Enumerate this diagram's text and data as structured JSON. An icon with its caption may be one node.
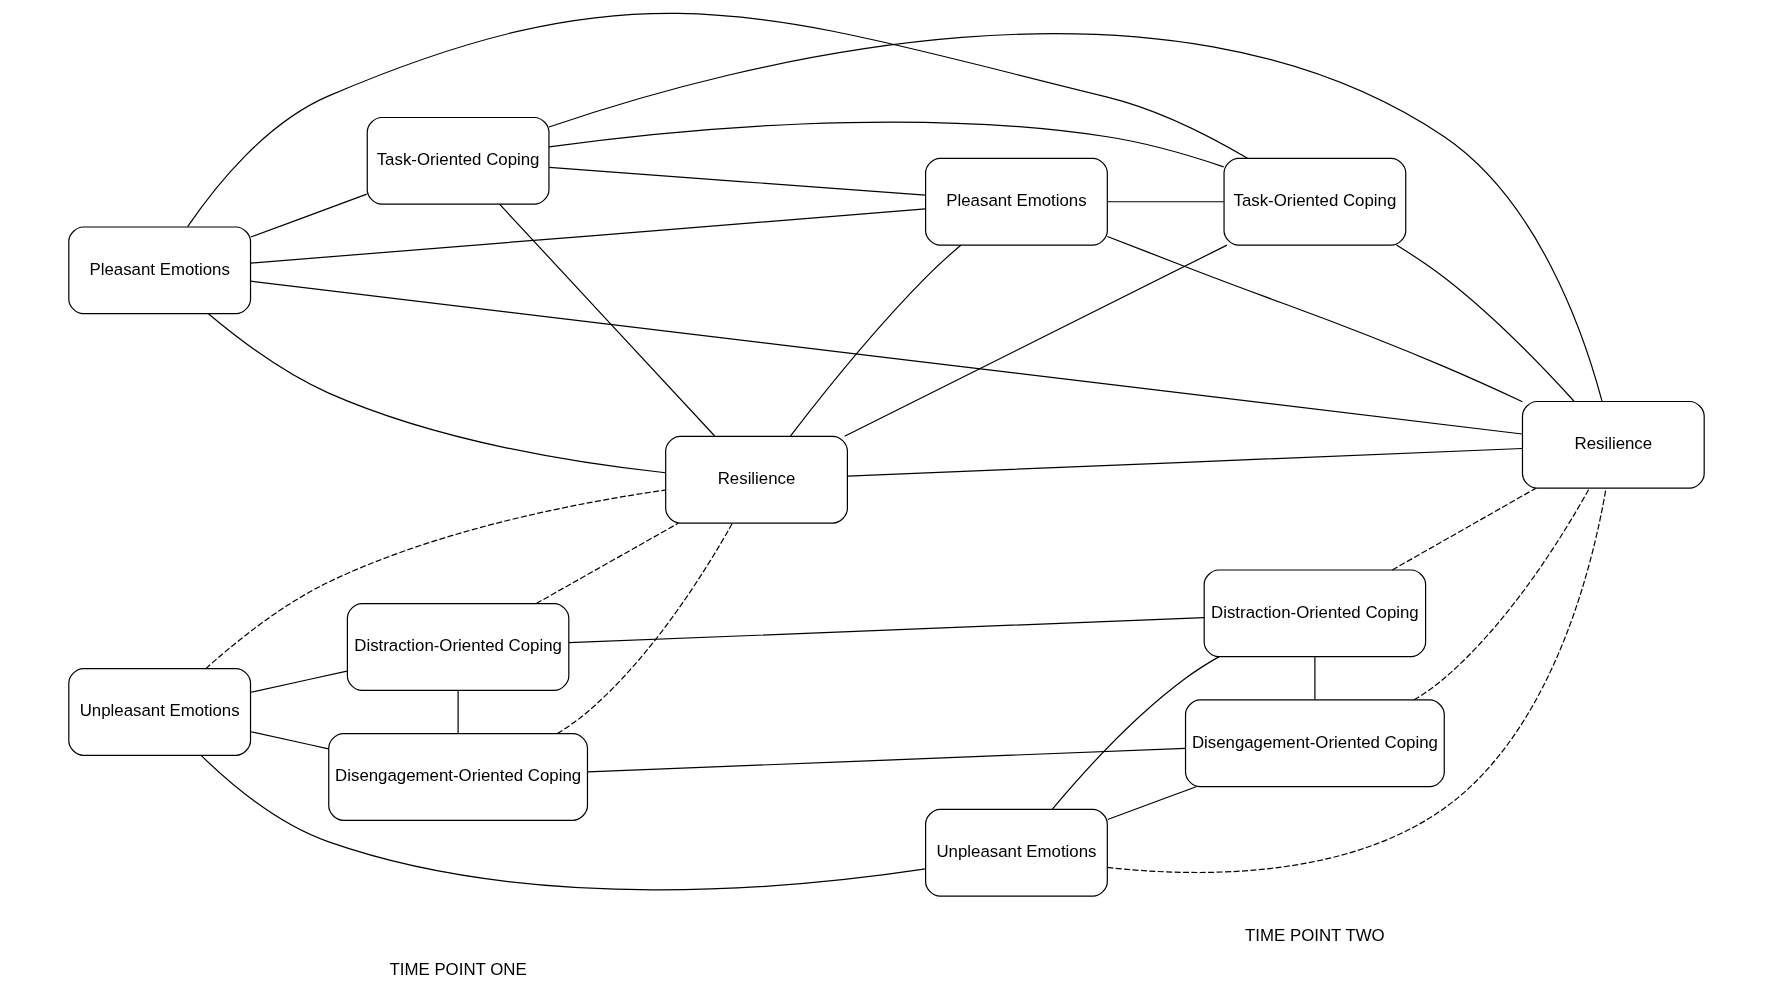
{
  "diagram": {
    "nodes": [
      {
        "text": [
          "Pleasant Emotions"
        ]
      },
      {
        "text": [
          "Task-Oriented Coping"
        ]
      },
      {
        "text": [
          "Distraction-Oriented Coping"
        ]
      },
      {
        "text": [
          "Unpleasant Emotions"
        ]
      },
      {
        "text": [
          "Disengagement-Oriented Coping"
        ]
      },
      {
        "text": [
          "Resilience"
        ]
      },
      {
        "text": [
          "Pleasant Emotions"
        ]
      },
      {
        "text": [
          "Task-Oriented Coping"
        ]
      },
      {
        "text": [
          "Distraction-Oriented Coping"
        ]
      },
      {
        "text": [
          "Unpleasant Emotions"
        ]
      },
      {
        "text": [
          "Disengagement-Oriented Coping"
        ]
      },
      {
        "text": [
          "Resilience"
        ]
      }
    ],
    "edges": [
      {
        "from": 0,
        "to": 1,
        "arrow": "none"
      },
      {
        "from": 0,
        "to": 5,
        "arrow": "none"
      },
      {
        "from": 0,
        "to": 6,
        "arrow": "none"
      },
      {
        "from": 0,
        "to": 7,
        "arrow": "none"
      },
      {
        "from": 0,
        "to": 11,
        "arrow": "none"
      },
      {
        "from": 1,
        "to": 7,
        "arrow": "none"
      },
      {
        "from": 1,
        "to": 6,
        "arrow": "none"
      },
      {
        "from": 1,
        "to": 5,
        "arrow": "none"
      },
      {
        "from": 1,
        "to": 11,
        "arrow": "none"
      },
      {
        "from": 5,
        "to": 7,
        "arrow": "none"
      },
      {
        "from": 5,
        "to": 6,
        "arrow": "none"
      },
      {
        "from": 6,
        "to": 7,
        "arrow": "none"
      },
      {
        "from": 6,
        "to": 11,
        "arrow": "none"
      },
      {
        "from": 7,
        "to": 11,
        "arrow": "none"
      },
      {
        "from": 2,
        "to": 8,
        "arrow": "none"
      },
      {
        "from": 2,
        "to": 5,
        "arrow": "none",
        "style": "dashed"
      },
      {
        "from": 2,
        "to": 4,
        "arrow": "none"
      },
      {
        "from": 3,
        "to": 2,
        "arrow": "none"
      },
      {
        "from": 3,
        "to": 4,
        "arrow": "none"
      },
      {
        "from": 4,
        "to": 10,
        "arrow": "none"
      },
      {
        "from": 4,
        "to": 5,
        "arrow": "none",
        "style": "dashed"
      },
      {
        "from": 3,
        "to": 5,
        "arrow": "none",
        "style": "dashed"
      },
      {
        "from": 3,
        "to": 9,
        "arrow": "none"
      },
      {
        "from": 5,
        "to": 11,
        "arrow": "none"
      },
      {
        "from": 9,
        "to": 11,
        "arrow": "none",
        "style": "dashed"
      },
      {
        "from": 9,
        "to": 8,
        "arrow": "none"
      },
      {
        "from": 9,
        "to": 10,
        "arrow": "none"
      },
      {
        "from": 8,
        "to": 11,
        "arrow": "none",
        "style": "dashed"
      },
      {
        "from": 8,
        "to": 10,
        "arrow": "none"
      },
      {
        "from": 10,
        "to": 11,
        "arrow": "none",
        "style": "dashed"
      }
    ],
    "labels": [
      "TIME POINT ONE",
      "TIME POINT TWO"
    ]
  }
}
